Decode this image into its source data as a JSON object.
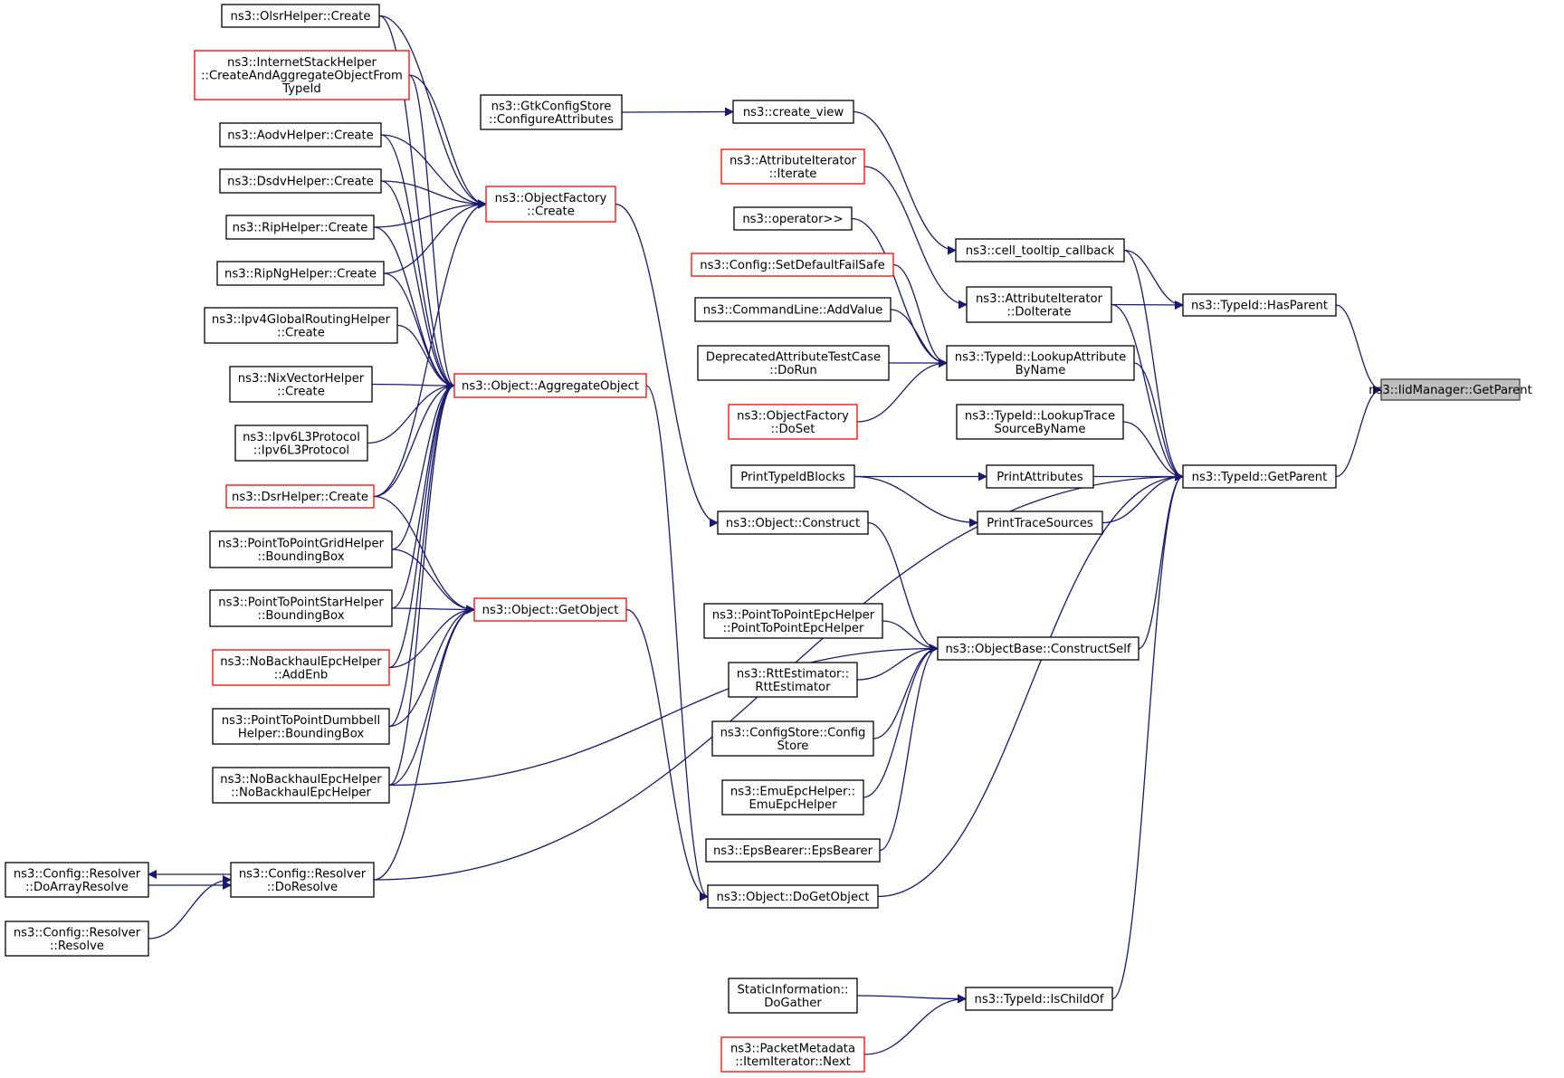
{
  "colors": {
    "edge": "#191970",
    "node_border": "#000000",
    "node_border_truncated": "#ff0000",
    "node_fill": "#ffffff",
    "root_fill": "#bfbfbf",
    "root_border": "#404040"
  },
  "nodes": [
    {
      "id": "root",
      "lines": [
        "ns3::IidManager::GetParent"
      ],
      "style": "root"
    },
    {
      "id": "hasParent",
      "lines": [
        "ns3::TypeId::HasParent"
      ],
      "style": "normal"
    },
    {
      "id": "getParent",
      "lines": [
        "ns3::TypeId::GetParent"
      ],
      "style": "normal"
    },
    {
      "id": "cellTooltip",
      "lines": [
        "ns3::cell_tooltip_callback"
      ],
      "style": "normal"
    },
    {
      "id": "attrDoIterate",
      "lines": [
        "ns3::AttributeIterator",
        "::DoIterate"
      ],
      "style": "normal"
    },
    {
      "id": "createView",
      "lines": [
        "ns3::create_view"
      ],
      "style": "normal"
    },
    {
      "id": "attrIterate",
      "lines": [
        "ns3::AttributeIterator",
        "::Iterate"
      ],
      "style": "truncated"
    },
    {
      "id": "gtkConfig",
      "lines": [
        "ns3::GtkConfigStore",
        "::ConfigureAttributes"
      ],
      "style": "normal"
    },
    {
      "id": "lookupAttr",
      "lines": [
        "ns3::TypeId::LookupAttribute",
        "ByName"
      ],
      "style": "normal"
    },
    {
      "id": "lookupTrace",
      "lines": [
        "ns3::TypeId::LookupTrace",
        "SourceByName"
      ],
      "style": "normal"
    },
    {
      "id": "printAttributes",
      "lines": [
        "PrintAttributes"
      ],
      "style": "normal"
    },
    {
      "id": "printTraceSources",
      "lines": [
        "PrintTraceSources"
      ],
      "style": "normal"
    },
    {
      "id": "objectBaseConstructSelf",
      "lines": [
        "ns3::ObjectBase::ConstructSelf"
      ],
      "style": "normal"
    },
    {
      "id": "objectDoGetObject",
      "lines": [
        "ns3::Object::DoGetObject"
      ],
      "style": "normal"
    },
    {
      "id": "configResolverDoResolve",
      "lines": [
        "ns3::Config::Resolver",
        "::DoResolve"
      ],
      "style": "normal"
    },
    {
      "id": "isChildOf",
      "lines": [
        "ns3::TypeId::IsChildOf"
      ],
      "style": "normal"
    },
    {
      "id": "operatorShift",
      "lines": [
        "ns3::operator>>"
      ],
      "style": "normal"
    },
    {
      "id": "setDefaultFailSafe",
      "lines": [
        "ns3::Config::SetDefaultFailSafe"
      ],
      "style": "truncated"
    },
    {
      "id": "cmdAddValue",
      "lines": [
        "ns3::CommandLine::AddValue"
      ],
      "style": "normal"
    },
    {
      "id": "deprecatedDoRun",
      "lines": [
        "DeprecatedAttributeTestCase",
        "::DoRun"
      ],
      "style": "normal"
    },
    {
      "id": "objFactoryDoSet",
      "lines": [
        "ns3::ObjectFactory",
        "::DoSet"
      ],
      "style": "truncated"
    },
    {
      "id": "printTypeIdBlocks",
      "lines": [
        "PrintTypeIdBlocks"
      ],
      "style": "normal"
    },
    {
      "id": "objectConstruct",
      "lines": [
        "ns3::Object::Construct"
      ],
      "style": "normal"
    },
    {
      "id": "p2pEpcHelper",
      "lines": [
        "ns3::PointToPointEpcHelper",
        "::PointToPointEpcHelper"
      ],
      "style": "normal"
    },
    {
      "id": "rttEstimator",
      "lines": [
        "ns3::RttEstimator::",
        "RttEstimator"
      ],
      "style": "normal"
    },
    {
      "id": "configStore",
      "lines": [
        "ns3::ConfigStore::Config",
        "Store"
      ],
      "style": "normal"
    },
    {
      "id": "emuEpcHelper",
      "lines": [
        "ns3::EmuEpcHelper::",
        "EmuEpcHelper"
      ],
      "style": "normal"
    },
    {
      "id": "epsBearer",
      "lines": [
        "ns3::EpsBearer::EpsBearer"
      ],
      "style": "normal"
    },
    {
      "id": "objFactoryCreate",
      "lines": [
        "ns3::ObjectFactory",
        "::Create"
      ],
      "style": "truncated"
    },
    {
      "id": "objAggregate",
      "lines": [
        "ns3::Object::AggregateObject"
      ],
      "style": "truncated"
    },
    {
      "id": "objGetObject",
      "lines": [
        "ns3::Object::GetObject"
      ],
      "style": "truncated"
    },
    {
      "id": "staticInfoDoGather",
      "lines": [
        "StaticInformation::",
        "DoGather"
      ],
      "style": "normal"
    },
    {
      "id": "packetMetaNext",
      "lines": [
        "ns3::PacketMetadata",
        "::ItemIterator::Next"
      ],
      "style": "truncated"
    },
    {
      "id": "olsrCreate",
      "lines": [
        "ns3::OlsrHelper::Create"
      ],
      "style": "normal"
    },
    {
      "id": "internetStack",
      "lines": [
        "ns3::InternetStackHelper",
        "::CreateAndAggregateObjectFrom",
        "TypeId"
      ],
      "style": "truncated"
    },
    {
      "id": "aodvCreate",
      "lines": [
        "ns3::AodvHelper::Create"
      ],
      "style": "normal"
    },
    {
      "id": "dsdvCreate",
      "lines": [
        "ns3::DsdvHelper::Create"
      ],
      "style": "normal"
    },
    {
      "id": "ripCreate",
      "lines": [
        "ns3::RipHelper::Create"
      ],
      "style": "normal"
    },
    {
      "id": "ripNgCreate",
      "lines": [
        "ns3::RipNgHelper::Create"
      ],
      "style": "normal"
    },
    {
      "id": "ipv4GlobalCreate",
      "lines": [
        "ns3::Ipv4GlobalRoutingHelper",
        "::Create"
      ],
      "style": "normal"
    },
    {
      "id": "nixVectorCreate",
      "lines": [
        "ns3::NixVectorHelper",
        "::Create"
      ],
      "style": "normal"
    },
    {
      "id": "ipv6L3",
      "lines": [
        "ns3::Ipv6L3Protocol",
        "::Ipv6L3Protocol"
      ],
      "style": "normal"
    },
    {
      "id": "dsrCreate",
      "lines": [
        "ns3::DsrHelper::Create"
      ],
      "style": "truncated"
    },
    {
      "id": "p2pGridBB",
      "lines": [
        "ns3::PointToPointGridHelper",
        "::BoundingBox"
      ],
      "style": "normal"
    },
    {
      "id": "p2pStarBB",
      "lines": [
        "ns3::PointToPointStarHelper",
        "::BoundingBox"
      ],
      "style": "normal"
    },
    {
      "id": "noBackhaulAddEnb",
      "lines": [
        "ns3::NoBackhaulEpcHelper",
        "::AddEnb"
      ],
      "style": "truncated"
    },
    {
      "id": "p2pDumbbellBB",
      "lines": [
        "ns3::PointToPointDumbbell",
        "Helper::BoundingBox"
      ],
      "style": "normal"
    },
    {
      "id": "noBackhaulCtor",
      "lines": [
        "ns3::NoBackhaulEpcHelper",
        "::NoBackhaulEpcHelper"
      ],
      "style": "normal"
    },
    {
      "id": "configDoArrayResolve",
      "lines": [
        "ns3::Config::Resolver",
        "::DoArrayResolve"
      ],
      "style": "normal"
    },
    {
      "id": "configResolve",
      "lines": [
        "ns3::Config::Resolver",
        "::Resolve"
      ],
      "style": "normal"
    }
  ],
  "edges": [
    {
      "from": "hasParent",
      "to": "root"
    },
    {
      "from": "getParent",
      "to": "root"
    },
    {
      "from": "cellTooltip",
      "to": "hasParent"
    },
    {
      "from": "attrDoIterate",
      "to": "hasParent"
    },
    {
      "from": "createView",
      "to": "cellTooltip"
    },
    {
      "from": "attrIterate",
      "to": "attrDoIterate"
    },
    {
      "from": "gtkConfig",
      "to": "createView"
    },
    {
      "from": "cellTooltip",
      "to": "getParent"
    },
    {
      "from": "attrDoIterate",
      "to": "getParent"
    },
    {
      "from": "lookupAttr",
      "to": "getParent"
    },
    {
      "from": "lookupTrace",
      "to": "getParent"
    },
    {
      "from": "printAttributes",
      "to": "getParent"
    },
    {
      "from": "printTraceSources",
      "to": "getParent"
    },
    {
      "from": "objectBaseConstructSelf",
      "to": "getParent"
    },
    {
      "from": "objectDoGetObject",
      "to": "getParent"
    },
    {
      "from": "configResolverDoResolve",
      "to": "getParent"
    },
    {
      "from": "isChildOf",
      "to": "getParent"
    },
    {
      "from": "operatorShift",
      "to": "lookupAttr"
    },
    {
      "from": "setDefaultFailSafe",
      "to": "lookupAttr"
    },
    {
      "from": "cmdAddValue",
      "to": "lookupAttr"
    },
    {
      "from": "deprecatedDoRun",
      "to": "lookupAttr"
    },
    {
      "from": "objFactoryDoSet",
      "to": "lookupAttr"
    },
    {
      "from": "printTypeIdBlocks",
      "to": "printAttributes"
    },
    {
      "from": "printTypeIdBlocks",
      "to": "printTraceSources"
    },
    {
      "from": "objectConstruct",
      "to": "objectBaseConstructSelf"
    },
    {
      "from": "p2pEpcHelper",
      "to": "objectBaseConstructSelf"
    },
    {
      "from": "rttEstimator",
      "to": "objectBaseConstructSelf"
    },
    {
      "from": "configStore",
      "to": "objectBaseConstructSelf"
    },
    {
      "from": "emuEpcHelper",
      "to": "objectBaseConstructSelf"
    },
    {
      "from": "epsBearer",
      "to": "objectBaseConstructSelf"
    },
    {
      "from": "noBackhaulCtor",
      "to": "objectBaseConstructSelf"
    },
    {
      "from": "objFactoryCreate",
      "to": "objectConstruct"
    },
    {
      "from": "objAggregate",
      "to": "objectDoGetObject"
    },
    {
      "from": "objGetObject",
      "to": "objectDoGetObject"
    },
    {
      "from": "staticInfoDoGather",
      "to": "isChildOf"
    },
    {
      "from": "packetMetaNext",
      "to": "isChildOf"
    },
    {
      "from": "olsrCreate",
      "to": "objFactoryCreate"
    },
    {
      "from": "internetStack",
      "to": "objFactoryCreate"
    },
    {
      "from": "aodvCreate",
      "to": "objFactoryCreate"
    },
    {
      "from": "dsdvCreate",
      "to": "objFactoryCreate"
    },
    {
      "from": "ripCreate",
      "to": "objFactoryCreate"
    },
    {
      "from": "ripNgCreate",
      "to": "objFactoryCreate"
    },
    {
      "from": "dsrCreate",
      "to": "objFactoryCreate"
    },
    {
      "from": "olsrCreate",
      "to": "objAggregate"
    },
    {
      "from": "internetStack",
      "to": "objAggregate"
    },
    {
      "from": "aodvCreate",
      "to": "objAggregate"
    },
    {
      "from": "dsdvCreate",
      "to": "objAggregate"
    },
    {
      "from": "ripCreate",
      "to": "objAggregate"
    },
    {
      "from": "ripNgCreate",
      "to": "objAggregate"
    },
    {
      "from": "ipv4GlobalCreate",
      "to": "objAggregate"
    },
    {
      "from": "nixVectorCreate",
      "to": "objAggregate"
    },
    {
      "from": "ipv6L3",
      "to": "objAggregate"
    },
    {
      "from": "dsrCreate",
      "to": "objAggregate"
    },
    {
      "from": "p2pGridBB",
      "to": "objAggregate"
    },
    {
      "from": "p2pStarBB",
      "to": "objAggregate"
    },
    {
      "from": "noBackhaulAddEnb",
      "to": "objAggregate"
    },
    {
      "from": "p2pDumbbellBB",
      "to": "objAggregate"
    },
    {
      "from": "noBackhaulCtor",
      "to": "objAggregate"
    },
    {
      "from": "dsrCreate",
      "to": "objGetObject"
    },
    {
      "from": "p2pGridBB",
      "to": "objGetObject"
    },
    {
      "from": "p2pStarBB",
      "to": "objGetObject"
    },
    {
      "from": "noBackhaulAddEnb",
      "to": "objGetObject"
    },
    {
      "from": "p2pDumbbellBB",
      "to": "objGetObject"
    },
    {
      "from": "noBackhaulCtor",
      "to": "objGetObject"
    },
    {
      "from": "configResolverDoResolve",
      "to": "objGetObject"
    },
    {
      "from": "configResolverDoResolve",
      "to": "configDoArrayResolve"
    },
    {
      "from": "configDoArrayResolve",
      "to": "configResolverDoResolve"
    },
    {
      "from": "configResolve",
      "to": "configResolverDoResolve"
    }
  ]
}
